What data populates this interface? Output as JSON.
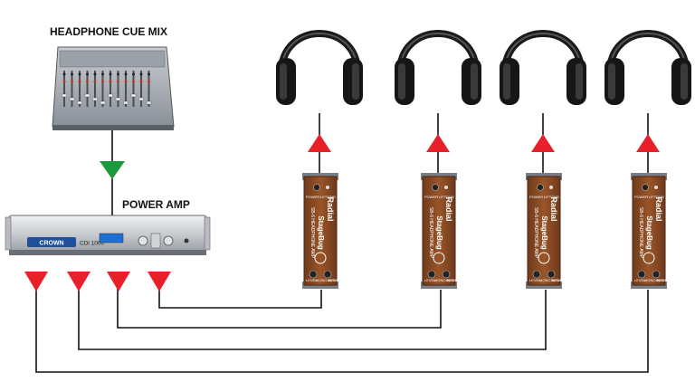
{
  "labels": {
    "mixer_title": "HEADPHONE  CUE MIX",
    "amp_title": "POWER AMP"
  },
  "amp": {
    "brand": "CROWN",
    "model": "CDi 1000"
  },
  "di_box": {
    "brand": "Radial",
    "product": "StageBug",
    "model": "SB-6 HEADPHONE AMP",
    "jack_level": "LEVEL",
    "jack_mono": "MONO BLEND",
    "jack_input": "INPUT",
    "jack_power": "POWER",
    "jack_lift": "LIFT",
    "jack_gnd": "GND"
  },
  "colors": {
    "signal_down": "#1a9a3a",
    "signal_up": "#e8202a",
    "box_body": "#8a4a24",
    "wire": "#111111"
  },
  "devices": {
    "headphone_count": 4,
    "di_box_count": 4,
    "amp_output_count": 4
  }
}
